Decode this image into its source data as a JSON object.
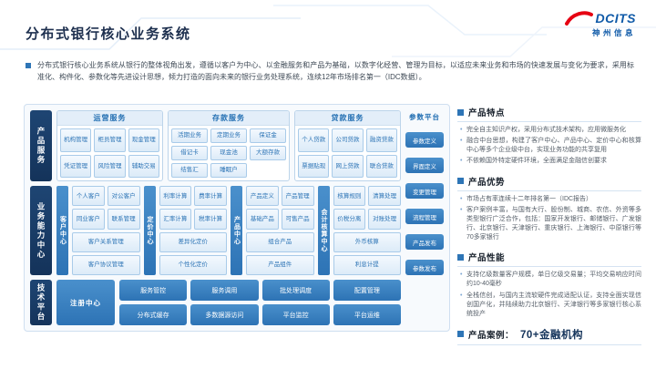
{
  "brand": {
    "name": "DCITS",
    "subtitle": "神州信息"
  },
  "title": "分布式银行核心业务系统",
  "intro": "分布式银行核心业务系统从银行的整体视角出发，遵循以客户为中心、以金融服务和产品为基础，以数字化经营、管理为目标，以适应未来业务和市场的快速发展与变化为要求，采用标准化、构件化、参数化等先进设计思想，倾力打造的面向未来的银行业务处理系统，连续12年市场排名第一（IDC数据）。",
  "colors": {
    "accent_blue": "#2e75b6",
    "dark_navy": "#17375e",
    "light_box_bg": "#e9f2fb",
    "logo_blue": "#0f5aa8",
    "logo_red": "#e60012"
  },
  "diagram": {
    "side_labels": [
      "产品服务",
      "业务能力中心",
      "技术平台"
    ],
    "top_groups": [
      {
        "header": "运营服务",
        "items": [
          "机构管理",
          "柜员管理",
          "现金管理",
          "凭证管理",
          "风险管理",
          "辅助交易"
        ]
      },
      {
        "header": "存款服务",
        "items": [
          "活期业务",
          "定期业务",
          "保证金",
          "借记卡",
          "现金池",
          "大额存款",
          "结售汇",
          "睡眠户"
        ]
      },
      {
        "header": "贷款服务",
        "items": [
          "个人贷款",
          "公司贷款",
          "融资贷款",
          "票据贴现",
          "网上贷款",
          "联合贷款"
        ]
      }
    ],
    "mid_groups": [
      {
        "tab": "客户中心",
        "items": [
          "个人客户",
          "对公客户",
          "同业客户",
          "联系管理",
          {
            "t": "客户关系管理",
            "wide": true
          },
          {
            "t": "客户协议管理",
            "wide": true
          }
        ]
      },
      {
        "tab": "定价中心",
        "items": [
          "利率计算",
          "费率计算",
          "汇率计算",
          "税率计算",
          {
            "t": "差异化定价",
            "wide": true
          },
          {
            "t": "个性化定价",
            "wide": true
          }
        ]
      },
      {
        "tab": "产品中心",
        "items": [
          "产品定义",
          "产品管理",
          "基础产品",
          "可售产品",
          {
            "t": "组合产品",
            "wide": true
          },
          {
            "t": "产品组件",
            "wide": true
          }
        ]
      },
      {
        "tab": "会计核算中心",
        "items": [
          "核算规则",
          "清算处理",
          "价税分离",
          "对账处理",
          {
            "t": "外币核算",
            "wide": true
          },
          {
            "t": "利息计提",
            "wide": true
          }
        ]
      }
    ],
    "param_platform": {
      "header": "参数平台",
      "items": [
        "参数定义",
        "界面定义",
        "变更管理",
        "流程管理",
        "产品发布",
        "参数发布"
      ]
    },
    "tech_platform": {
      "registry": "注册中心",
      "items": [
        "服务管控",
        "服务调用",
        "批处理调度",
        "配置管理",
        "分布式缓存",
        "多数据源访问",
        "平台监控",
        "平台运维"
      ]
    }
  },
  "right_panel": {
    "sections": [
      {
        "title": "产品特点",
        "bullets": [
          "完全自主知识产权，采用分布式技术架构，应用微服务化",
          "融合中台思想，构建了客户中心、产品中心、定价中心和核算中心等多个企业级中台，实现业务功能的共享复用",
          "不依赖国外特定硬件环境，全面满足金融信创要求"
        ]
      },
      {
        "title": "产品优势",
        "bullets": [
          "市场占有率连续十二年排名第一（IDC报告）",
          "客户案例丰富，与国有大行、股份制、城商、农信、外资等多类型银行广泛合作，包括：国家开发银行、邮储银行、广发银行、北京银行、天津银行、重庆银行、上海银行、中原银行等70多家银行"
        ]
      },
      {
        "title": "产品性能",
        "bullets": [
          "支持亿级数量客户规模，单日亿级交易量；平均交易响应时间约10-40毫秒",
          "全栈信创，与国内主流软硬件完成适配认证，支持全面实现信创国产化，并陆续助力北京银行、天津银行等多家银行核心系统投产"
        ]
      }
    ],
    "case": {
      "label": "产品案例：",
      "value": "70+金融机构"
    }
  }
}
